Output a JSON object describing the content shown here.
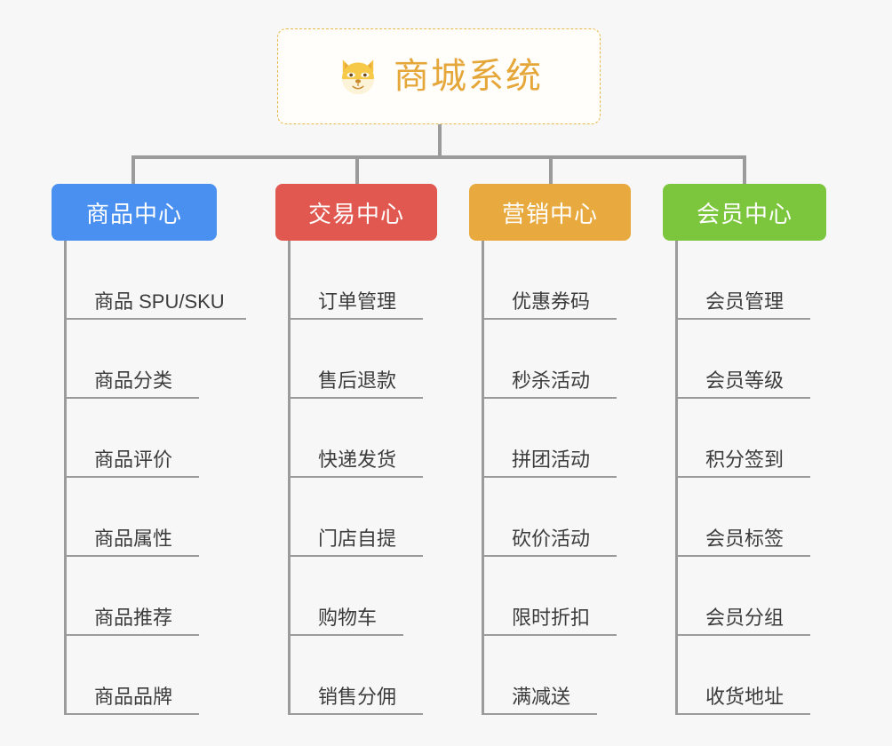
{
  "background_color": "#f7f7f7",
  "root": {
    "title": "商城系统",
    "icon": "dog-face-icon",
    "title_color": "#e5a63a",
    "border_color": "#e8b84b"
  },
  "connector_color": "#9b9b9b",
  "columns": [
    {
      "id": "product-center",
      "title": "商品中心",
      "color": "#4a90f0",
      "items": [
        "商品 SPU/SKU",
        "商品分类",
        "商品评价",
        "商品属性",
        "商品推荐",
        "商品品牌"
      ]
    },
    {
      "id": "trade-center",
      "title": "交易中心",
      "color": "#e0584f",
      "items": [
        "订单管理",
        "售后退款",
        "快递发货",
        "门店自提",
        "购物车",
        "销售分佣"
      ]
    },
    {
      "id": "marketing-center",
      "title": "营销中心",
      "color": "#e8aa3e",
      "items": [
        "优惠券码",
        "秒杀活动",
        "拼团活动",
        "砍价活动",
        "限时折扣",
        "满减送"
      ]
    },
    {
      "id": "member-center",
      "title": "会员中心",
      "color": "#7cc63e",
      "items": [
        "会员管理",
        "会员等级",
        "积分签到",
        "会员标签",
        "会员分组",
        "收货地址"
      ]
    }
  ]
}
